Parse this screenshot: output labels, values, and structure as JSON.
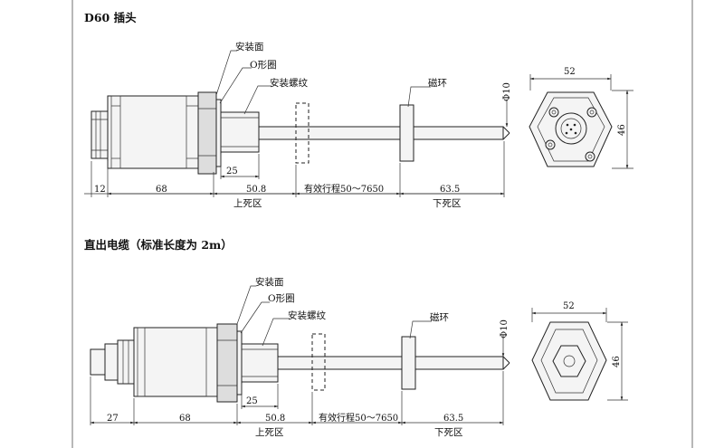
{
  "top": {
    "title": "D60 插头",
    "labels": {
      "mount_face": "安装面",
      "o_ring": "O形圈",
      "mount_thread": "安装螺纹",
      "magnet_ring": "磁环",
      "diameter": "Φ10"
    },
    "dims": {
      "d12": "12",
      "d68": "68",
      "d25": "25",
      "d50_8": "50.8",
      "dead_top": "上死区",
      "stroke": "有效行程50～7650",
      "d63_5": "63.5",
      "dead_bottom": "下死区",
      "w52": "52",
      "h46": "46"
    }
  },
  "bottom": {
    "title": "直出电缆（标准长度为 2m）",
    "labels": {
      "mount_face": "安装面",
      "o_ring": "O形圈",
      "mount_thread": "安装螺纹",
      "magnet_ring": "磁环",
      "diameter": "Φ10"
    },
    "dims": {
      "d27": "27",
      "d68": "68",
      "d25": "25",
      "d50_8": "50.8",
      "dead_top": "上死区",
      "stroke": "有效行程50～7650",
      "d63_5": "63.5",
      "dead_bottom": "下死区",
      "w52": "52",
      "h46": "46"
    }
  }
}
